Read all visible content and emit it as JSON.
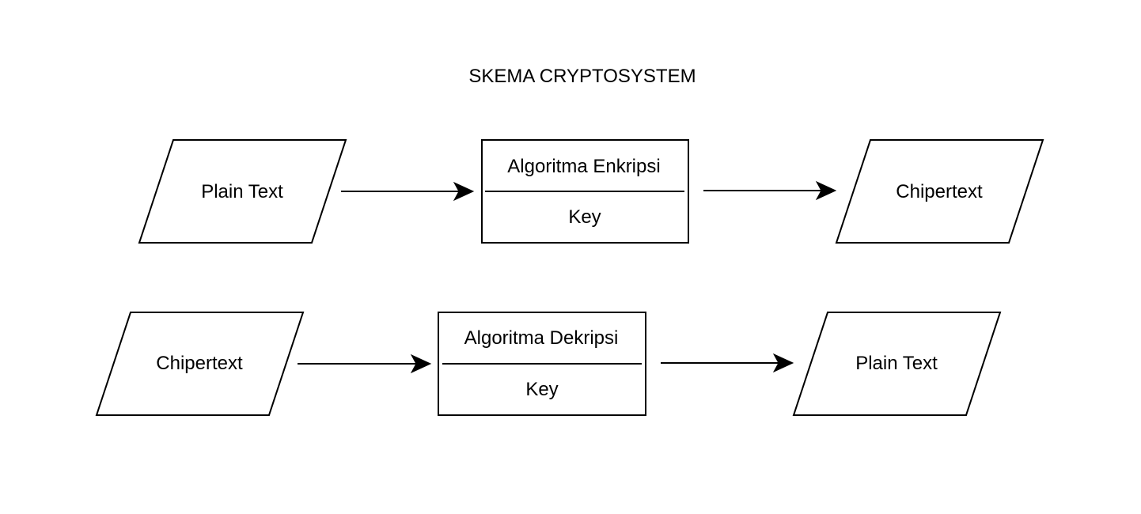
{
  "diagram": {
    "title": "SKEMA CRYPTOSYSTEM",
    "encryption_row": {
      "input": "Plain Text",
      "process_name": "Algoritma Enkripsi",
      "process_key": "Key",
      "output": "Chipertext"
    },
    "decryption_row": {
      "input": "Chipertext",
      "process_name": "Algoritma Dekripsi",
      "process_key": "Key",
      "output": "Plain Text"
    },
    "colors": {
      "stroke": "#000000",
      "fill": "#ffffff",
      "background": "#ffffff"
    }
  }
}
